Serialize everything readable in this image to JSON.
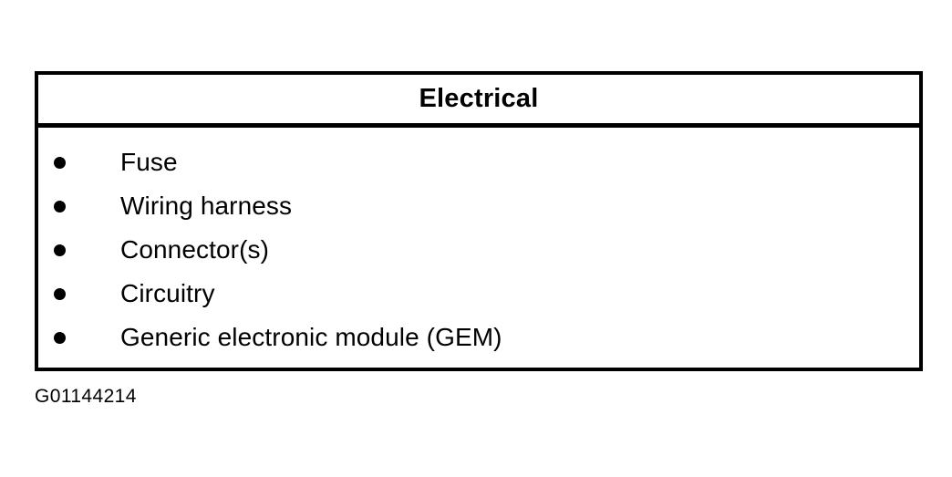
{
  "page": {
    "background_color": "#ffffff",
    "text_color": "#000000"
  },
  "figure": {
    "header": {
      "title": "Electrical"
    },
    "items": [
      {
        "bullet": "bullet-dot-icon",
        "label": "Fuse"
      },
      {
        "bullet": "bullet-dot-icon",
        "label": "Wiring harness"
      },
      {
        "bullet": "bullet-dot-icon",
        "label": "Connector(s)"
      },
      {
        "bullet": "bullet-dot-icon",
        "label": "Circuitry"
      },
      {
        "bullet": "bullet-dot-icon",
        "label": "Generic electronic module (GEM)"
      }
    ],
    "caption": "G01144214"
  }
}
